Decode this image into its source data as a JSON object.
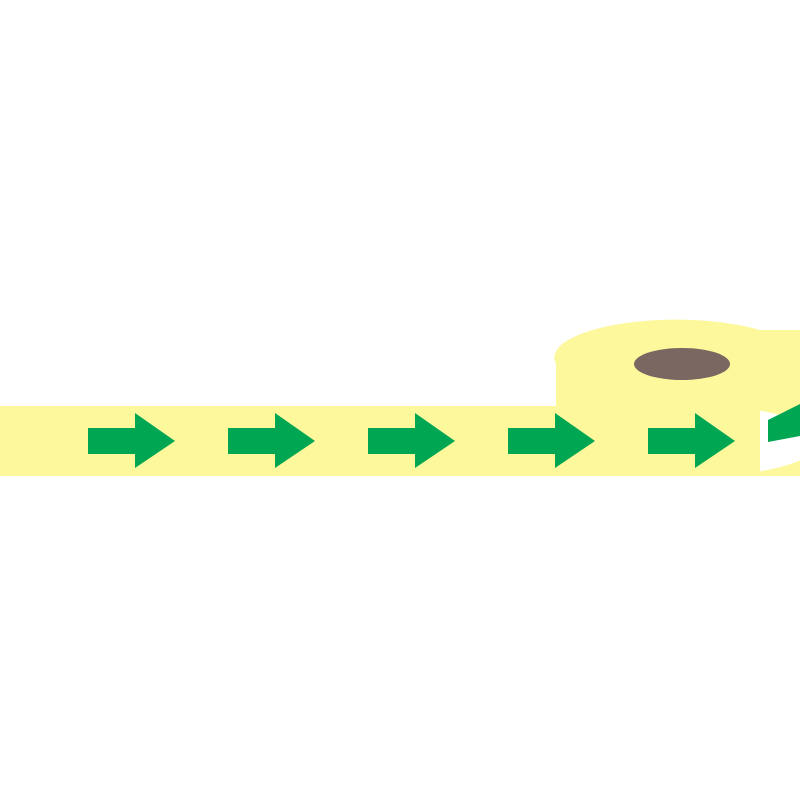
{
  "product": {
    "kind": "arrow-marking-tape-roll",
    "arrow_direction": "right",
    "visible_arrow_count": 5
  },
  "colors": {
    "background": "#ffffff",
    "tape": "#fdf89c",
    "arrow": "#00a651",
    "roll_core": "#7a6762"
  }
}
